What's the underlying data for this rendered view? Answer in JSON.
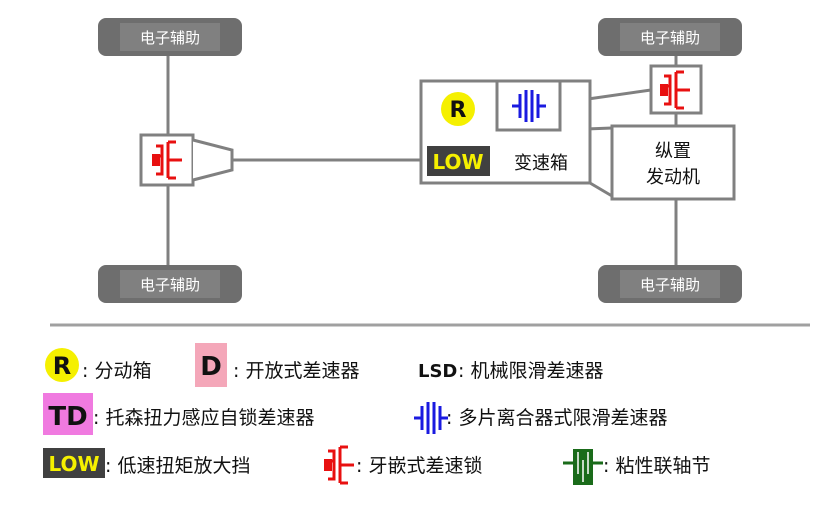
{
  "diagram": {
    "tires": {
      "front_left": "电子辅助",
      "front_right": "电子辅助",
      "rear_left": "电子辅助",
      "rear_right": "电子辅助"
    },
    "transmission": {
      "r_badge": "R",
      "low_badge": "LOW",
      "label": "变速箱"
    },
    "engine": {
      "line1": "纵置",
      "line2": "发动机"
    }
  },
  "legend": {
    "r": {
      "badge": "R",
      "text": ": 分动箱"
    },
    "d": {
      "badge": "D",
      "text": ": 开放式差速器"
    },
    "lsd": {
      "badge": "LSD",
      "text": ": 机械限滑差速器"
    },
    "td": {
      "badge": "TD",
      "text": ": 托森扭力感应自锁差速器"
    },
    "multiplate": {
      "text": ": 多片离合器式限滑差速器"
    },
    "low": {
      "badge": "LOW",
      "text": ": 低速扭矩放大挡"
    },
    "dog": {
      "text": ": 牙嵌式差速锁"
    },
    "viscous": {
      "text": ": 粘性联轴节"
    }
  },
  "colors": {
    "gray": "#808080",
    "tire": "#6e6e6e",
    "red": "#e81010",
    "blue": "#1a1ae0",
    "yellow": "#f5f000",
    "pink": "#f4a7b9",
    "magenta": "#f07ae0",
    "green": "#1a6b1a",
    "dark": "#404040"
  }
}
